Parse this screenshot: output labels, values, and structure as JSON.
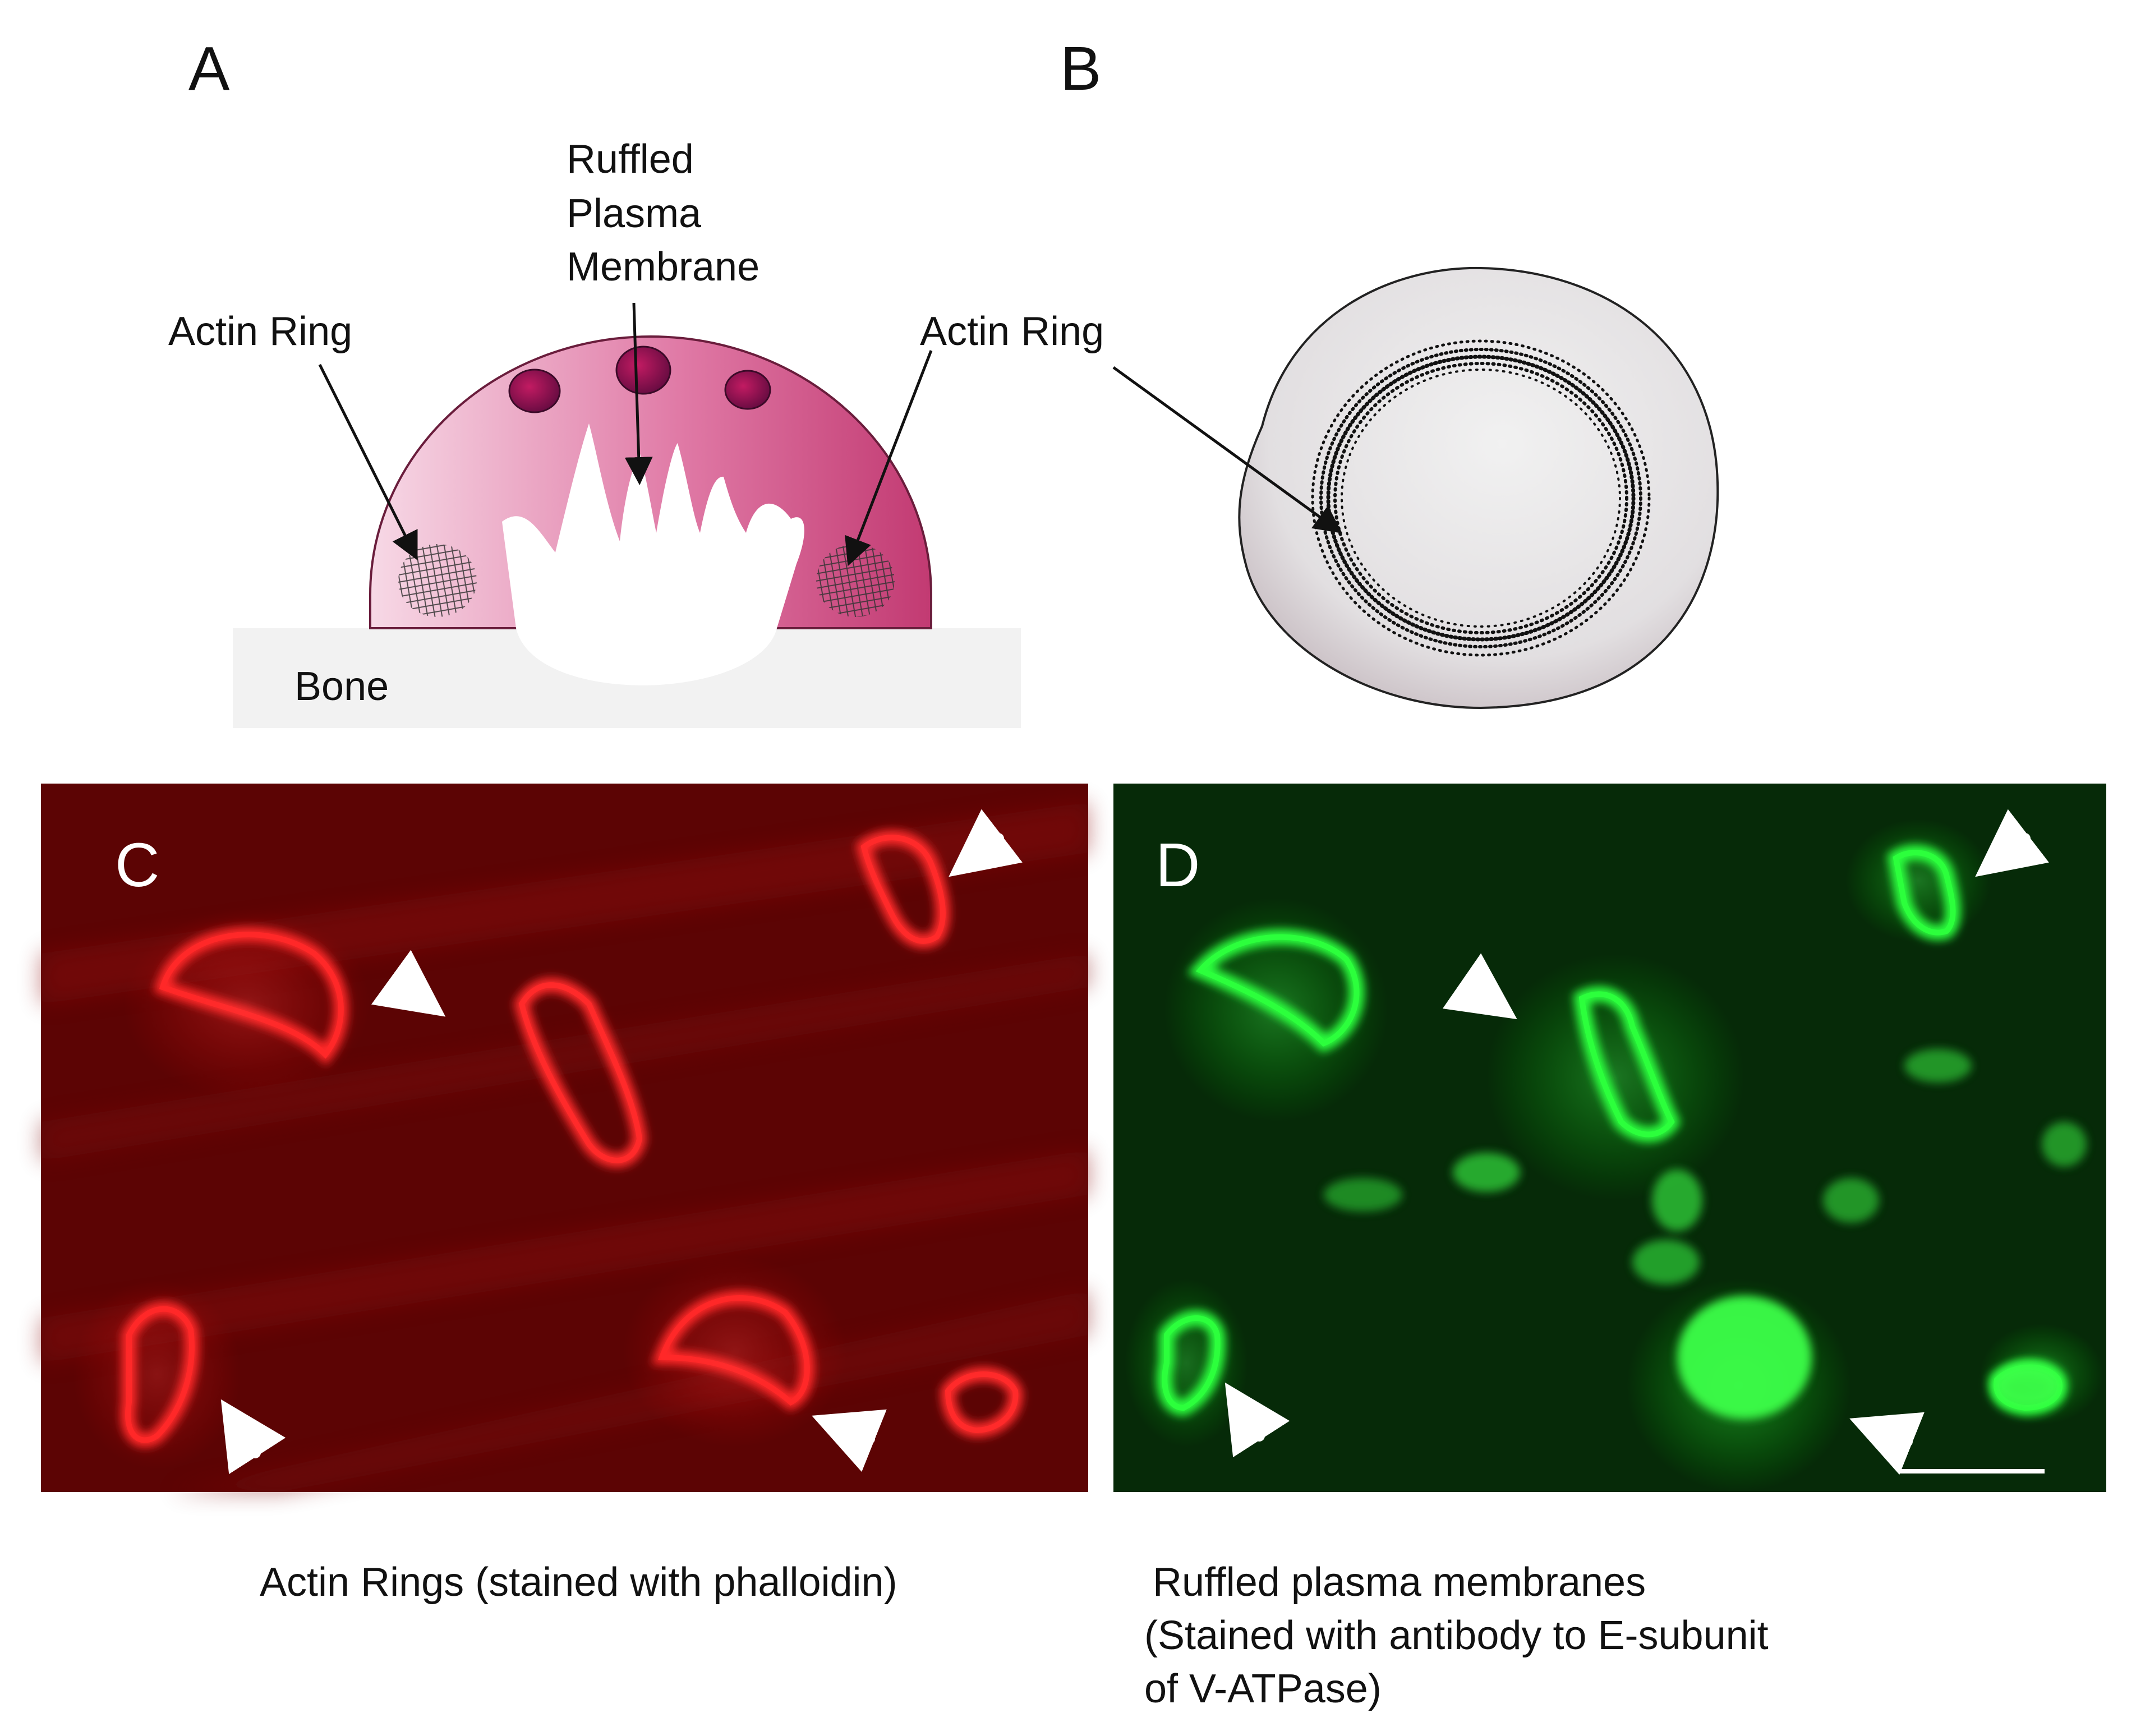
{
  "panel_letters": {
    "a": "A",
    "b": "B",
    "c": "C",
    "d": "D"
  },
  "panel_a": {
    "ruffled_line1": "Ruffled",
    "ruffled_line2": "Plasma",
    "ruffled_line3": "Membrane",
    "actin_ring_left": "Actin Ring",
    "actin_ring_right": "Actin Ring",
    "bone": "Bone"
  },
  "captions": {
    "c": "Actin Rings (stained with phalloidin)",
    "d_line1": "Ruffled plasma membranes",
    "d_line2": "(Stained with antibody to E-subunit",
    "d_line3": "of V-ATPase)"
  },
  "colors": {
    "cell_light": "#f6d3e3",
    "cell_dark": "#c23a72",
    "bone": "#f2f2f2",
    "red_stain": "#ff2a2a",
    "green_stain": "#2cff3c"
  }
}
